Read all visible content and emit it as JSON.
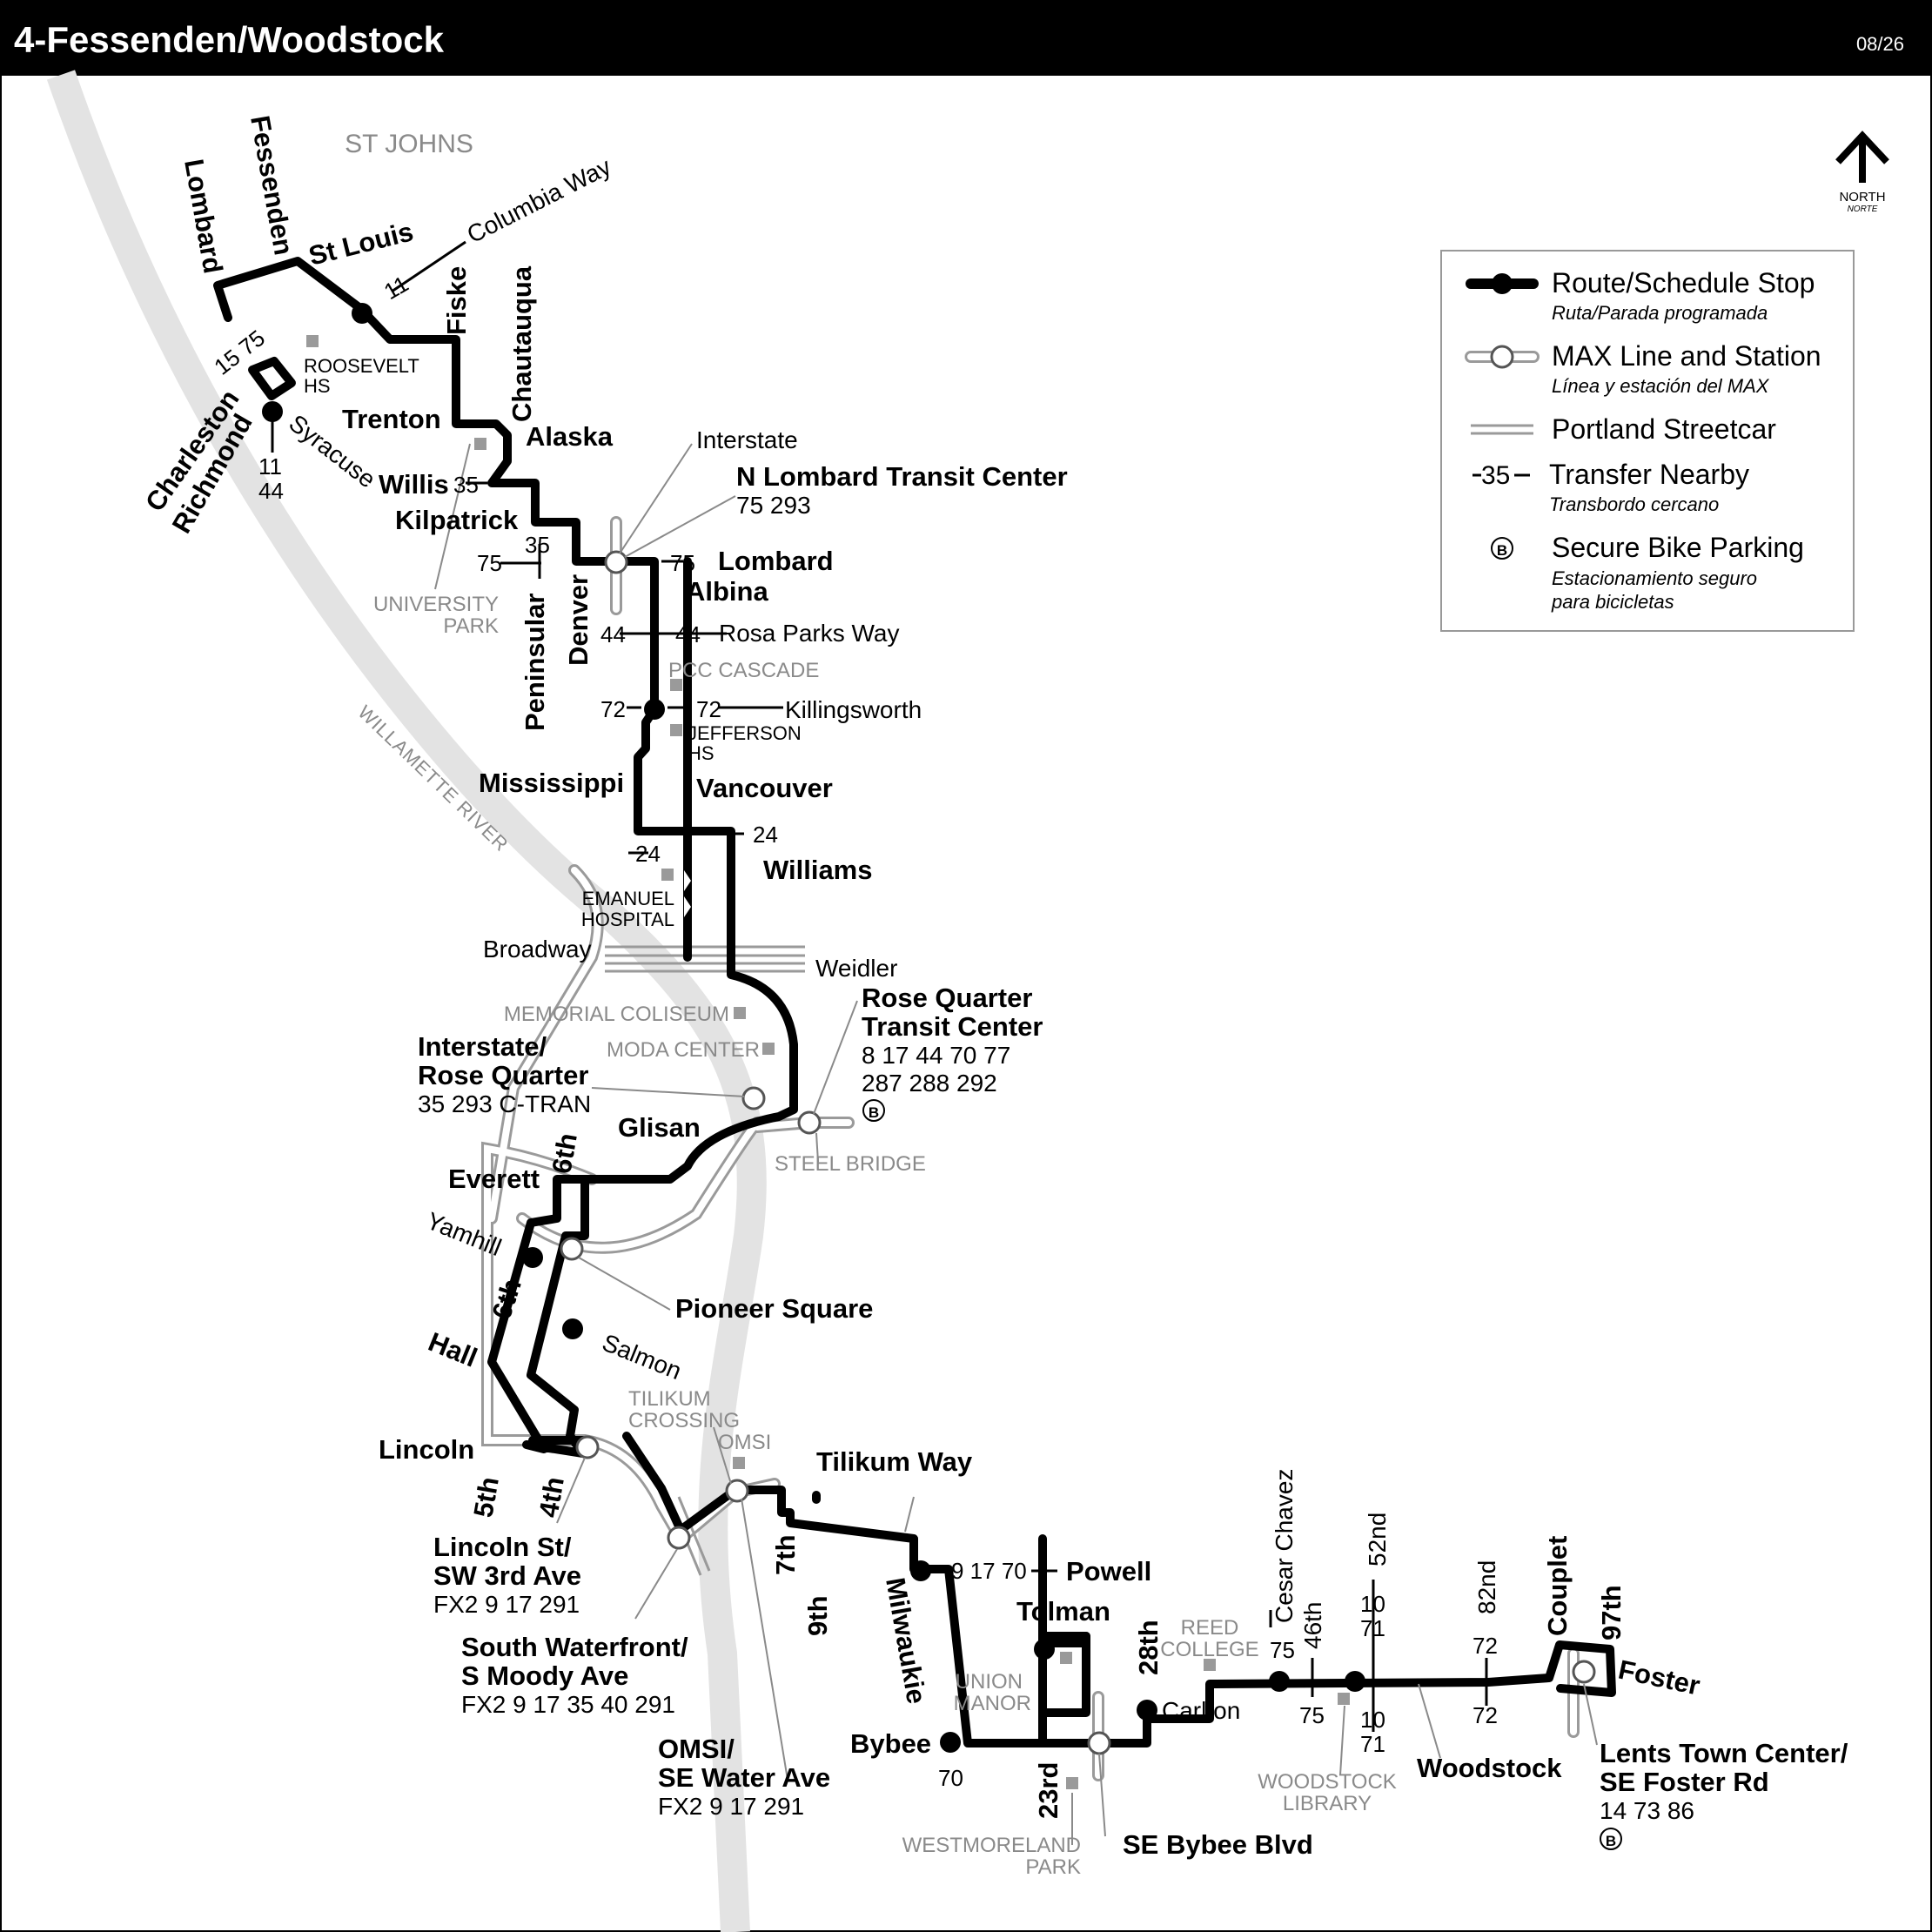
{
  "header": {
    "title": "4-Fessenden/Woodstock",
    "date": "08/26"
  },
  "north": {
    "label": "NORTH",
    "sub": "NORTE"
  },
  "legend": {
    "route_stop": {
      "label": "Route/Schedule Stop",
      "sub": "Ruta/Parada programada"
    },
    "max": {
      "label": "MAX Line and Station",
      "sub": "Línea y estación del MAX"
    },
    "streetcar": {
      "label": "Portland Streetcar"
    },
    "transfer": {
      "label": "Transfer Nearby",
      "sub": "Transbordo cercano",
      "sample": "35"
    },
    "bike": {
      "label": "Secure Bike Parking",
      "sub1": "Estacionamiento seguro",
      "sub2": "para bicicletas",
      "symbol": "B"
    }
  },
  "neighborhoods": {
    "st_johns": "ST JOHNS",
    "river": "WILLAMETTE RIVER"
  },
  "streets": {
    "lombard_w": "Lombard",
    "fessenden": "Fessenden",
    "st_louis": "St Louis",
    "columbia_way": "Columbia Way",
    "fiske": "Fiske",
    "chautauqua": "Chautauqua",
    "trenton": "Trenton",
    "alaska": "Alaska",
    "willis": "Willis",
    "kilpatrick": "Kilpatrick",
    "charleston": "Charleston",
    "richmond": "Richmond",
    "syracuse": "Syracuse",
    "peninsular": "Peninsular",
    "denver": "Denver",
    "interstate": "Interstate",
    "lombard_e": "Lombard",
    "albina": "Albina",
    "rosa_parks": "Rosa Parks Way",
    "killingsworth": "Killingsworth",
    "mississippi": "Mississippi",
    "vancouver": "Vancouver",
    "williams": "Williams",
    "broadway": "Broadway",
    "weidler": "Weidler",
    "glisan": "Glisan",
    "everett": "Everett",
    "sixth_a": "6th",
    "sixth_b": "6th",
    "yamhill": "Yamhill",
    "salmon": "Salmon",
    "hall": "Hall",
    "lincoln": "Lincoln",
    "fifth": "5th",
    "fourth": "4th",
    "tilikum_way": "Tilikum Way",
    "seventh": "7th",
    "ninth": "9th",
    "powell": "Powell",
    "milwaukie": "Milwaukie",
    "bybee": "Bybee",
    "tolman": "Tolman",
    "twentyeighth": "28th",
    "twentythird": "23rd",
    "carlton": "Carlton",
    "cesar_chavez": "Cesar Chavez",
    "fortysixth": "46th",
    "fiftysecond": "52nd",
    "eightysecond": "82nd",
    "woodstock": "Woodstock",
    "couplet": "Couplet",
    "ninetyseventh": "97th",
    "foster": "Foster"
  },
  "landmarks": {
    "roosevelt1": "ROOSEVELT",
    "roosevelt2": "HS",
    "university1": "UNIVERSITY",
    "university2": "PARK",
    "pcc": "PCC CASCADE",
    "jefferson1": "JEFFERSON",
    "jefferson2": "HS",
    "emanuel1": "EMANUEL",
    "emanuel2": "HOSPITAL",
    "memorial": "MEMORIAL COLISEUM",
    "moda": "MODA CENTER",
    "steel_bridge": "STEEL BRIDGE",
    "tilikum1": "TILIKUM",
    "tilikum2": "CROSSING",
    "omsi": "OMSI",
    "union1": "UNION",
    "union2": "MANOR",
    "reed1": "REED",
    "reed2": "COLLEGE",
    "woodstock_lib1": "WOODSTOCK",
    "woodstock_lib2": "LIBRARY",
    "westmoreland1": "WESTMORELAND",
    "westmoreland2": "PARK"
  },
  "stations": {
    "n_lombard_tc": {
      "name": "N Lombard Transit Center",
      "routes": "75 293"
    },
    "interstate_rq": {
      "name1": "Interstate/",
      "name2": "Rose Quarter",
      "routes": "35 293 C-TRAN"
    },
    "rose_quarter_tc": {
      "name1": "Rose Quarter",
      "name2": "Transit Center",
      "routes1": "8 17 44 70 77",
      "routes2": "287 288 292",
      "bike": "B"
    },
    "pioneer_square": {
      "name": "Pioneer Square"
    },
    "lincoln_st": {
      "name1": "Lincoln St/",
      "name2": "SW 3rd Ave",
      "routes": "FX2 9 17 291"
    },
    "south_waterfront": {
      "name1": "South Waterfront/",
      "name2": "S Moody Ave",
      "routes": "FX2 9 17 35 40 291"
    },
    "omsi_se": {
      "name1": "OMSI/",
      "name2": "SE Water Ave",
      "routes": "FX2 9 17 291"
    },
    "se_bybee": {
      "name": "SE Bybee Blvd"
    },
    "lents": {
      "name1": "Lents Town Center/",
      "name2": "SE Foster Rd",
      "routes": "14 73 86",
      "bike": "B"
    }
  },
  "transfers": {
    "t11_stlouis": "11",
    "t15_75": "15 75",
    "t11_rich": "11",
    "t44_rich": "44",
    "t35_willis": "35",
    "t35_pen": "35",
    "t75_pen": "75",
    "t75_lomb": "75",
    "t44_left": "44",
    "t44_right": "44",
    "t72_left": "72",
    "t72_right": "72",
    "t24_left": "24",
    "t24_right": "24",
    "powell_routes": "9 17 70",
    "t70_bybee": "70",
    "t75_chavez": "75",
    "t75_46": "75",
    "t10_top": "10",
    "t71_top": "71",
    "t10_bot": "10",
    "t71_bot": "71",
    "t72_82_top": "72",
    "t72_82_bot": "72"
  }
}
